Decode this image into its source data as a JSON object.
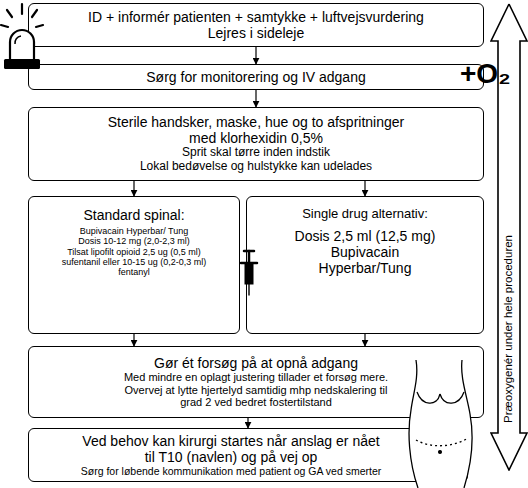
{
  "diagram": {
    "nodes": [
      {
        "text": [
          "ID + informér patienten + samtykke + luftvejsvurdering",
          "Lejres i sideleje"
        ]
      },
      {
        "text": [
          "Sørg for monitorering og IV adgang"
        ]
      },
      {
        "text": [
          "Sterile handsker, maske, hue og to afspritninger med klorhexidin 0,5%",
          "Sprit skal tørre inden indstik",
          "Lokal bedøvelse og hulstykke kan udelades"
        ]
      },
      {
        "text": [
          "Standard spinal:",
          "Bupivacain Hyperbar/ Tung",
          "Dosis 10-12 mg (2,0-2,3 ml)",
          "Tilsat lipofilt opioid 2,5 ug (0,5 ml) sufentanil eller 10-15 ug (0,2-0,3 ml) fentanyl"
        ]
      },
      {
        "text": [
          "Single drug alternativ:",
          "Dosis 2,5 ml (12,5 mg)",
          "Bupivacain Hyperbar/Tung"
        ]
      },
      {
        "text": [
          "Gør ét forsøg på at opnå adgang",
          "Med mindre en oplagt justering tillader et forsøg mere.",
          "Overvej at lytte hjertelyd samtidig mhp nedskalering til grad 2 ved bedret fostertilstand"
        ]
      },
      {
        "text": [
          "Ved behov kan kirurgi startes når anslag er nået til T10 (navlen) og på vej op",
          "Sørg for løbende kommunikation med patient og GA ved smerter"
        ]
      },
      {
        "text": [
          "Præoxygenér under hele proceduren"
        ]
      }
    ],
    "edges": [
      {
        "from": 0,
        "to": 1,
        "arrow": "to"
      },
      {
        "from": 1,
        "to": 2,
        "arrow": "to"
      },
      {
        "from": 2,
        "to": 3,
        "arrow": "to"
      },
      {
        "from": 2,
        "to": 4,
        "arrow": "to"
      },
      {
        "from": 3,
        "to": 5,
        "arrow": "to"
      },
      {
        "from": 4,
        "to": 5,
        "arrow": "to"
      },
      {
        "from": 5,
        "to": 6,
        "arrow": "to"
      }
    ],
    "labels": [
      "+O₂"
    ]
  }
}
